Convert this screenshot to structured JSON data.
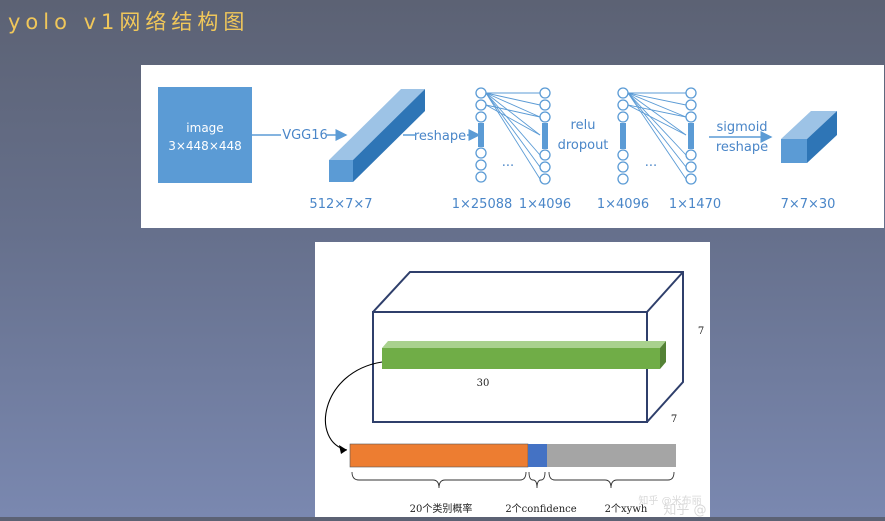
{
  "title": "yolo v1网络结构图",
  "network": {
    "input_line1": "image",
    "input_line2": "3×448×448",
    "vgg_label": "VGG16",
    "reshape_label": "reshape",
    "relu_label": "relu",
    "dropout_label": "dropout",
    "sigmoid_label": "sigmoid",
    "reshape2_label": "reshape",
    "ellipsis": "...",
    "dim_feature": "512×7×7",
    "dim_flat": "1×25088",
    "dim_fc1": "1×4096",
    "dim_fc1_in": "1×4096",
    "dim_fc2": "1×1470",
    "dim_output": "7×7×30"
  },
  "tensor": {
    "depth_label": "30",
    "side_label_top": "7",
    "side_label_bottom": "7",
    "class_label": "20个类别概率",
    "confidence_label": "2个confidence",
    "xywh_label": "2个xywh",
    "colors": {
      "classes": "#ed7d31",
      "confidence": "#4472c4",
      "xywh": "#a5a5a5",
      "bar": "#70ad47"
    }
  },
  "watermark": {
    "line1": "知乎 @米布丽",
    "line2": "知乎 @"
  }
}
